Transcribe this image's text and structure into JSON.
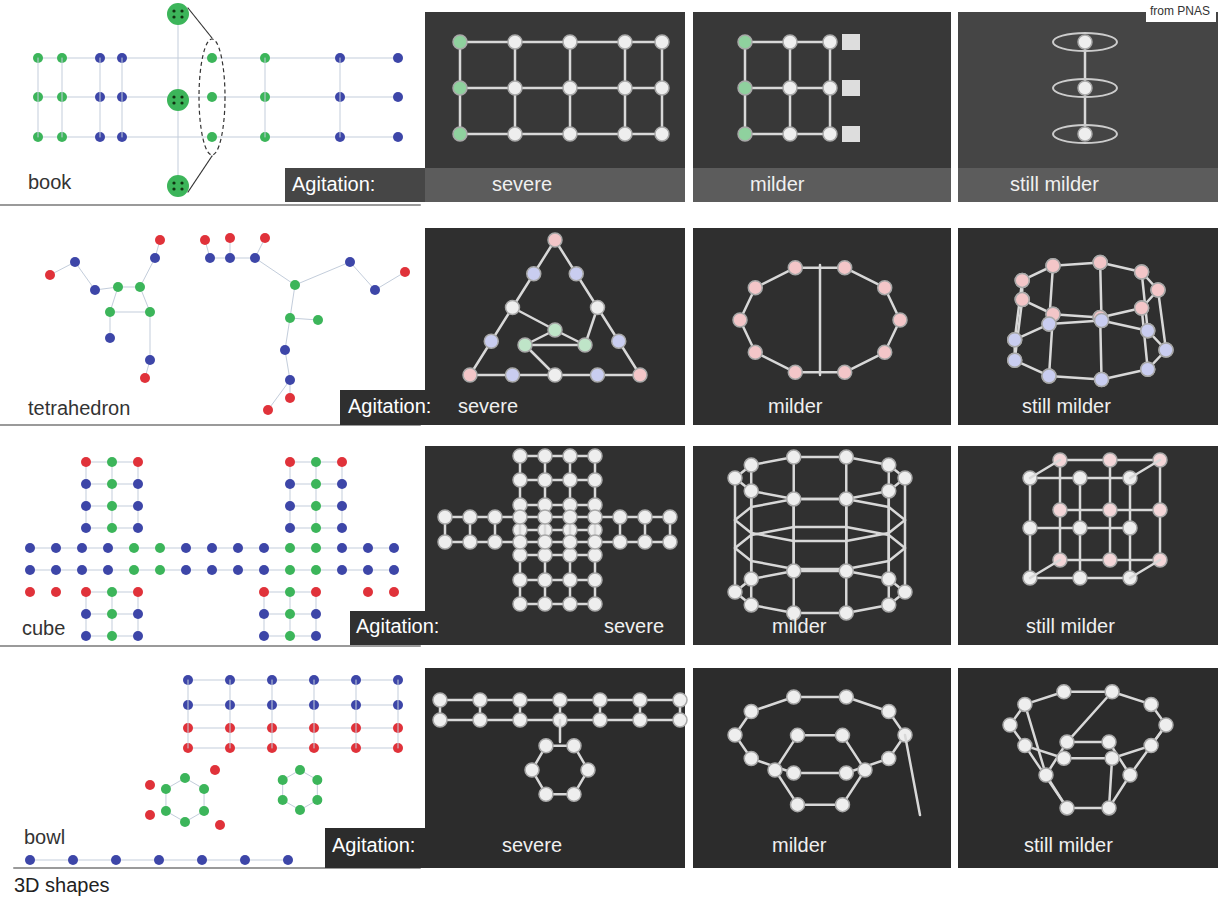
{
  "diagram": {
    "caption": "3D shapes",
    "labels": [
      "from PNAS",
      "book",
      "Agitation:",
      "severe",
      "milder",
      "still milder",
      "tetrahedron",
      "Agitation:",
      "severe",
      "milder",
      "still milder",
      "cube",
      "Agitation:",
      "severe",
      "milder",
      "still milder",
      "bowl",
      "Agitation:",
      "severe",
      "milder",
      "still milder"
    ]
  }
}
